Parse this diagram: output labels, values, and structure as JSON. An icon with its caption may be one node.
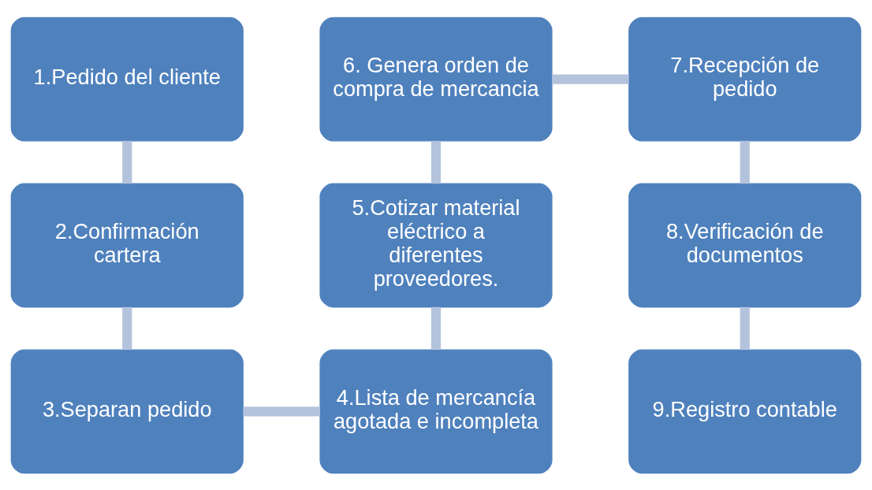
{
  "diagram": {
    "nodes": [
      {
        "text": [
          "1.Pedido del cliente"
        ]
      },
      {
        "text": [
          "2.Confirmación cartera"
        ]
      },
      {
        "text": [
          "3.Separan pedido"
        ]
      },
      {
        "text": [
          "4.Lista de mercancía agotada e incompleta"
        ]
      },
      {
        "text": [
          "5.Cotizar material eléctrico a diferentes proveedores."
        ]
      },
      {
        "text": [
          "6. Genera orden de compra de mercancia"
        ]
      },
      {
        "text": [
          "7.Recepción de pedido"
        ]
      },
      {
        "text": [
          "8.Verificación de documentos"
        ]
      },
      {
        "text": [
          "9.Registro contable"
        ]
      }
    ],
    "edges": [
      {
        "from": 0,
        "to": 1,
        "arrow": "none"
      },
      {
        "from": 1,
        "to": 2,
        "arrow": "none"
      },
      {
        "from": 2,
        "to": 3,
        "arrow": "none"
      },
      {
        "from": 3,
        "to": 4,
        "arrow": "none"
      },
      {
        "from": 4,
        "to": 5,
        "arrow": "none"
      },
      {
        "from": 5,
        "to": 6,
        "arrow": "none"
      },
      {
        "from": 6,
        "to": 7,
        "arrow": "none"
      },
      {
        "from": 7,
        "to": 8,
        "arrow": "none"
      }
    ]
  }
}
